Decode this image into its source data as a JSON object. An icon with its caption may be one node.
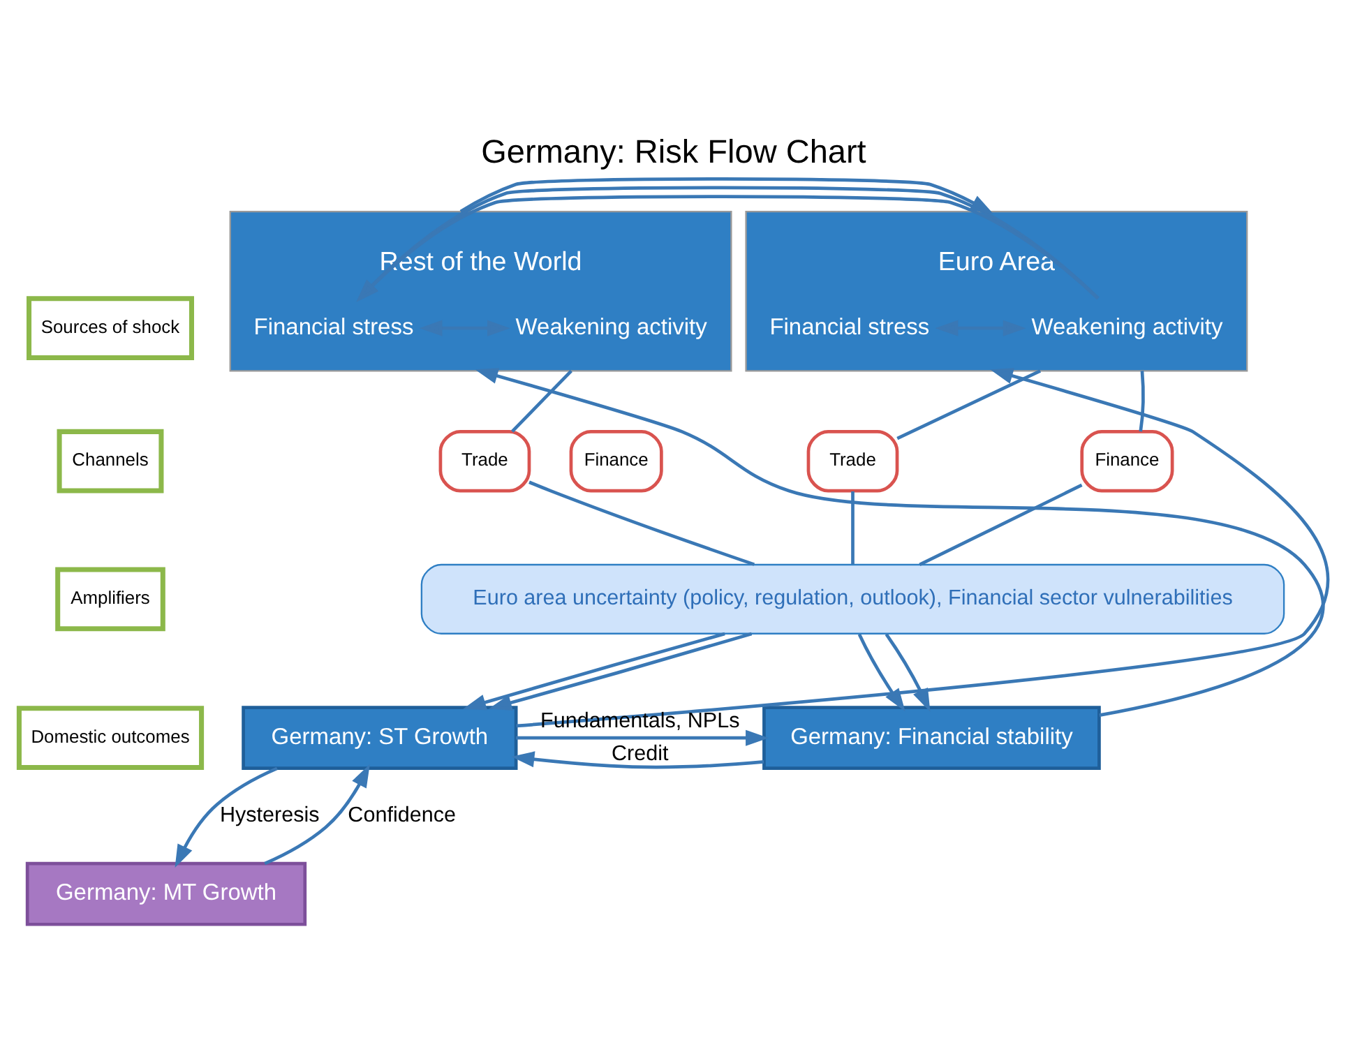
{
  "diagram": {
    "title": "Germany: Risk Flow Chart",
    "nodes": [
      {
        "text": [
          "Sources of shock"
        ]
      },
      {
        "text": [
          "Channels"
        ]
      },
      {
        "text": [
          "Amplifiers"
        ]
      },
      {
        "text": [
          "Domestic outcomes"
        ]
      },
      {
        "text": [
          "Euro Area"
        ]
      },
      {
        "text": [
          "Financial stress"
        ],
        "in": 4
      },
      {
        "text": [
          "Weakening activity"
        ],
        "in": 4
      },
      {
        "text": [
          "Rest of the World"
        ]
      },
      {
        "text": [
          "Financial stress"
        ],
        "in": 7
      },
      {
        "text": [
          "Weakening activity"
        ],
        "in": 7
      },
      {
        "text": [
          "Trade"
        ]
      },
      {
        "text": [
          "Finance"
        ]
      },
      {
        "text": [
          "Trade"
        ]
      },
      {
        "text": [
          "Finance"
        ]
      },
      {
        "text": [
          "Euro area uncertainty (policy, regulation, outlook), Financial sector vulnerabilities"
        ]
      },
      {
        "text": [
          "Germany: ST Growth"
        ]
      },
      {
        "text": [
          "Germany: Financial stability"
        ]
      },
      {
        "text": [
          "Germany: MT Growth"
        ]
      }
    ],
    "edges": [
      {
        "from": 5,
        "to": 6,
        "arrow": "both"
      },
      {
        "from": 8,
        "to": 9,
        "arrow": "both"
      },
      {
        "from": 15,
        "to": 4,
        "arrow": "to"
      },
      {
        "from": 16,
        "to": 7,
        "arrow": "to"
      },
      {
        "from": 4,
        "to": 7,
        "arrow": "to"
      },
      {
        "from": 7,
        "to": 4,
        "arrow": "to"
      },
      {
        "from": 4,
        "to": 10,
        "arrow": "none"
      },
      {
        "from": 10,
        "to": 14,
        "arrow": "none"
      },
      {
        "from": 4,
        "to": 11,
        "arrow": "none"
      },
      {
        "from": 11,
        "to": 14,
        "arrow": "none"
      },
      {
        "from": 7,
        "to": 12,
        "arrow": "none"
      },
      {
        "from": 12,
        "to": 14,
        "arrow": "none"
      },
      {
        "from": 14,
        "to": 15,
        "arrow": "to"
      },
      {
        "from": 14,
        "to": 15,
        "arrow": "to"
      },
      {
        "from": 14,
        "to": 16,
        "arrow": "to"
      },
      {
        "from": 14,
        "to": 16,
        "arrow": "to"
      },
      {
        "from": 15,
        "to": 16,
        "label": "Fundamentals, NPLs",
        "arrow": "to"
      },
      {
        "from": 16,
        "to": 15,
        "label": "Credit",
        "arrow": "to"
      },
      {
        "from": 15,
        "to": 17,
        "label": "Hysteresis",
        "arrow": "to"
      },
      {
        "from": 17,
        "to": 15,
        "label": "Confidence",
        "arrow": "to"
      }
    ]
  }
}
